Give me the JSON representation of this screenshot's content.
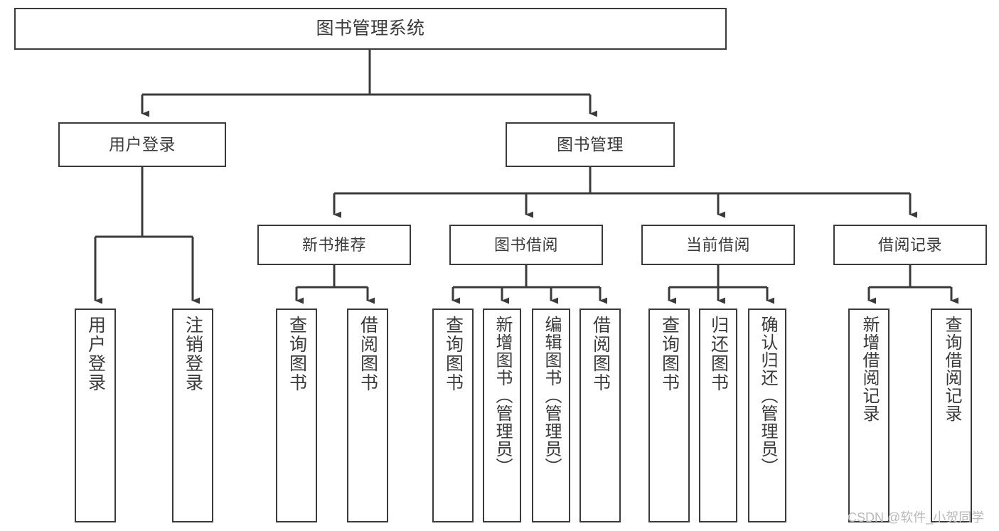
{
  "diagram": {
    "title": "图书管理系统",
    "type": "tree-hierarchy",
    "watermark": "CSDN @软件_小贺同学",
    "colors": {
      "stroke": "#3b3b3b",
      "text": "#3a3a3a",
      "background": "#ffffff",
      "watermark": "#b9b9b9"
    },
    "nodes": {
      "root": {
        "label": "图书管理系统"
      },
      "level2": [
        {
          "id": "user-login",
          "label": "用户登录"
        },
        {
          "id": "book-management",
          "label": "图书管理"
        }
      ],
      "level3": [
        {
          "id": "new-book-recommend",
          "label": "新书推荐"
        },
        {
          "id": "book-borrow",
          "label": "图书借阅"
        },
        {
          "id": "current-borrow",
          "label": "当前借阅"
        },
        {
          "id": "borrow-record",
          "label": "借阅记录"
        }
      ],
      "leaves": {
        "user_login": [
          {
            "id": "leaf-user-login",
            "label": "用户登录"
          },
          {
            "id": "leaf-logout-login",
            "label": "注销登录"
          }
        ],
        "new_book_recommend": [
          {
            "id": "leaf-query-book-1",
            "label": "查询图书"
          },
          {
            "id": "leaf-borrow-book-1",
            "label": "借阅图书"
          }
        ],
        "book_borrow": [
          {
            "id": "leaf-query-book-2",
            "label": "查询图书"
          },
          {
            "id": "leaf-add-book",
            "label": "新增图书（管理员）"
          },
          {
            "id": "leaf-edit-book",
            "label": "编辑图书（管理员）"
          },
          {
            "id": "leaf-borrow-book-2",
            "label": "借阅图书"
          }
        ],
        "current_borrow": [
          {
            "id": "leaf-query-book-3",
            "label": "查询图书"
          },
          {
            "id": "leaf-return-book",
            "label": "归还图书"
          },
          {
            "id": "leaf-confirm-return",
            "label": "确认归还（管理员）"
          }
        ],
        "borrow_record": [
          {
            "id": "leaf-add-record",
            "label": "新增借阅记录"
          },
          {
            "id": "leaf-query-record",
            "label": "查询借阅记录"
          }
        ]
      }
    }
  }
}
